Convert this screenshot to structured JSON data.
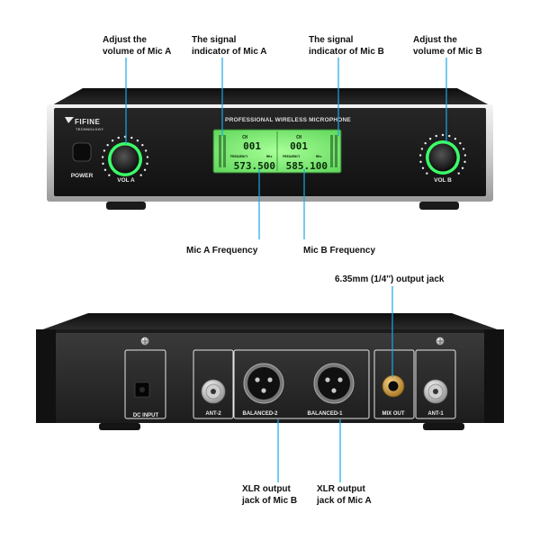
{
  "callouts": {
    "vol_a": [
      "Adjust the",
      "volume of Mic A"
    ],
    "signal_a": [
      "The signal",
      "indicator of Mic A"
    ],
    "signal_b": [
      "The signal",
      "indicator of Mic B"
    ],
    "vol_b": [
      "Adjust the",
      "volume of Mic B"
    ],
    "freq_a": "Mic A Frequency",
    "freq_b": "Mic B Frequency",
    "output_jack": "6.35mm (1/4'') output jack",
    "xlr_b": [
      "XLR output",
      "jack of Mic B"
    ],
    "xlr_a": [
      "XLR output",
      "jack of Mic A"
    ]
  },
  "front": {
    "brand": "FIFINE",
    "brand_sub": "TECHNOLOGY",
    "model_title": "PROFESSIONAL WIRELESS MICROPHONE",
    "power_label": "POWER",
    "vol_a_label": "VOL A",
    "vol_b_label": "VOL B",
    "lcd": {
      "ch_label": "CH",
      "channel_a": "001",
      "channel_b": "001",
      "freq_label": "FREQUENCY",
      "unit": "MHz",
      "freq_a": "573.500",
      "freq_b": "585.100"
    }
  },
  "rear": {
    "dc_input": "DC INPUT",
    "ant2": "ANT-2",
    "ant1": "ANT-1",
    "balanced2": "BALANCED-2",
    "balanced1": "BALANCED-1",
    "mix_out": "MIX OUT"
  },
  "colors": {
    "leader": "#18a8e8",
    "knob_ring": "#3cff6a",
    "lcd": "#7cf07a",
    "chassis": "#2b2b2b",
    "faceplate": "#1c1c1c"
  }
}
